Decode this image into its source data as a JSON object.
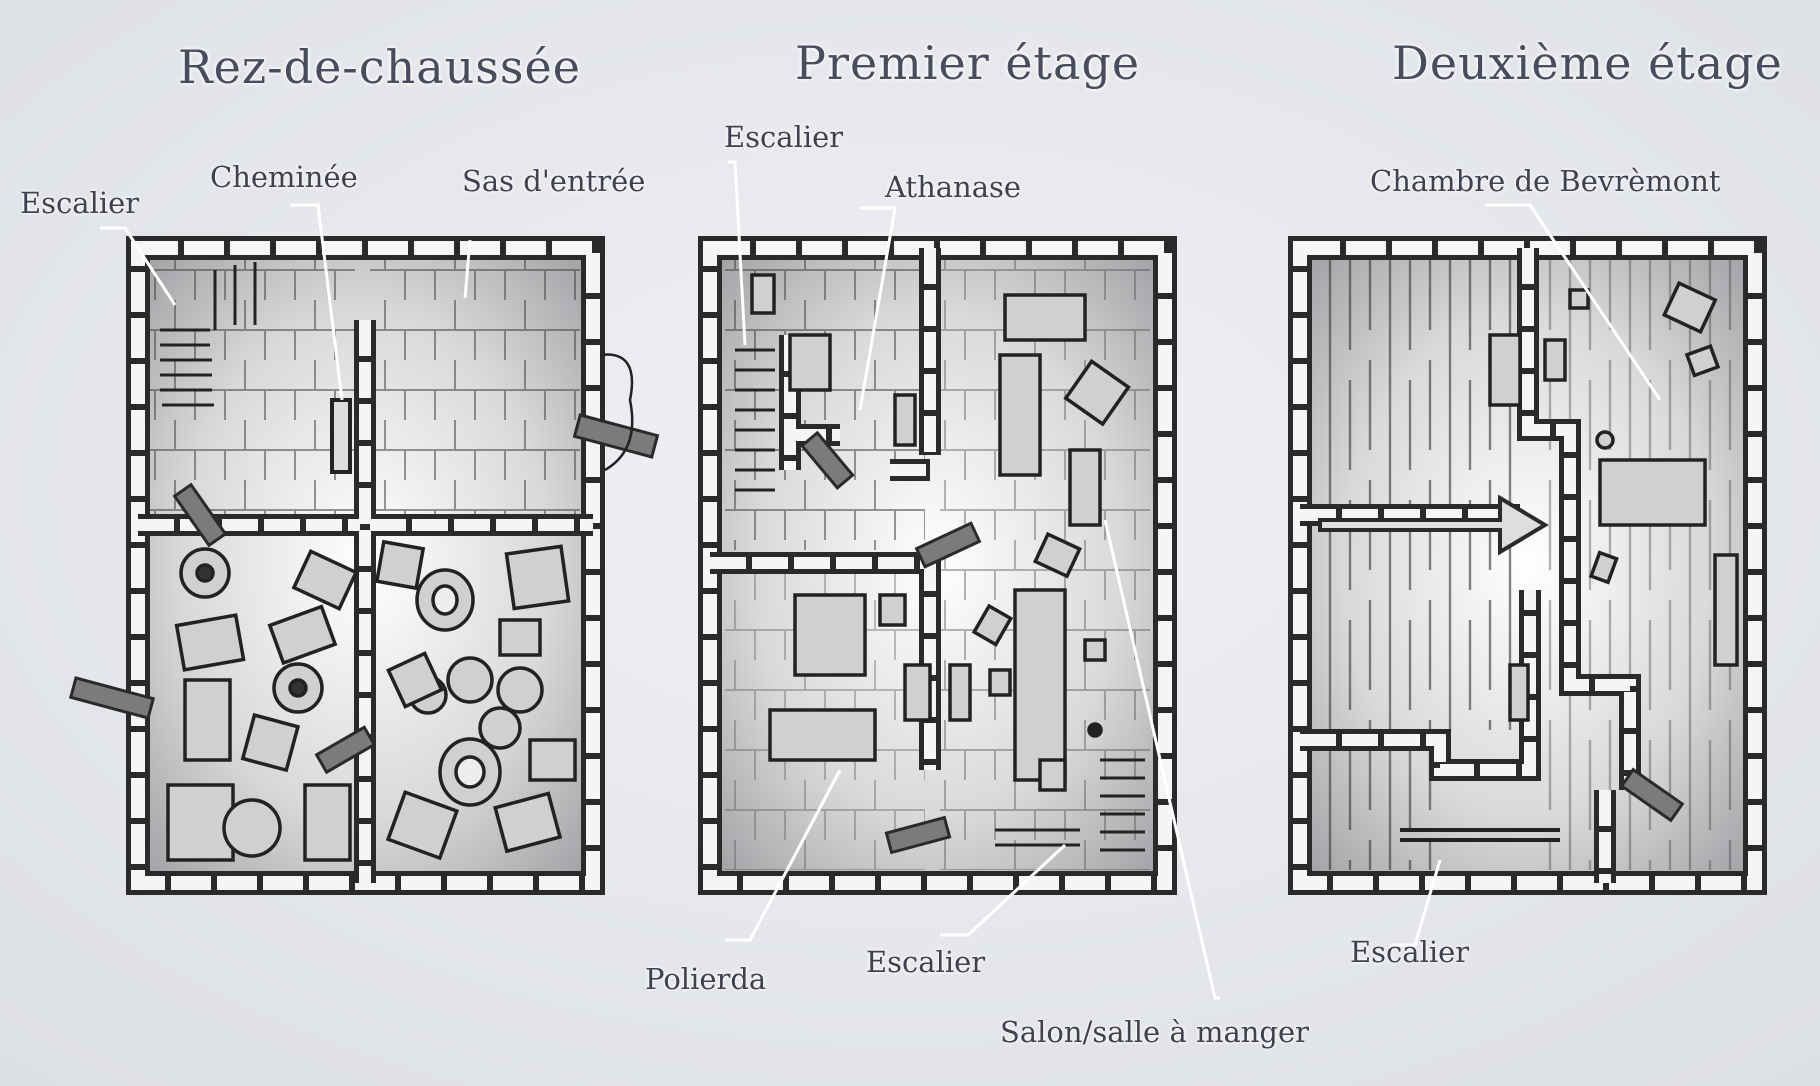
{
  "floors": [
    {
      "title": "Rez-de-chaussée",
      "labels": [
        "Escalier",
        "Cheminée",
        "Sas d'entrée"
      ]
    },
    {
      "title": "Premier étage",
      "labels": [
        "Escalier",
        "Athanase",
        "Polierda",
        "Escalier",
        "Salon/salle à manger"
      ]
    },
    {
      "title": "Deuxième étage",
      "labels": [
        "Chambre de Bevrèmont",
        "Escalier"
      ]
    }
  ],
  "colors": {
    "wall_fill": "#f5f5f5",
    "wall_stroke": "#2a2a2a",
    "floor": "#c9c9cb",
    "ink": "#3f4050",
    "door": "#7b7b7b"
  }
}
